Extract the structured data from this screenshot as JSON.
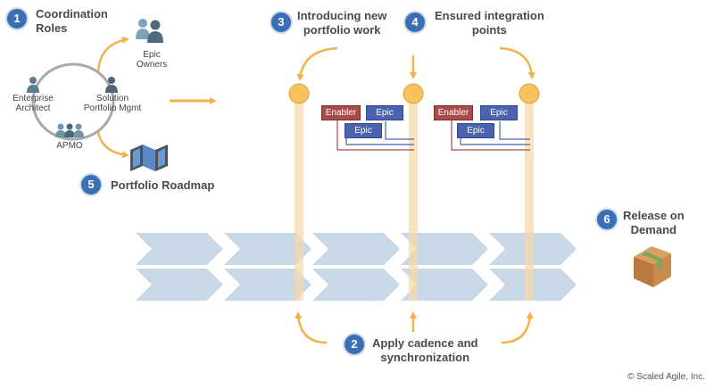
{
  "steps": {
    "s1": {
      "num": "1",
      "title_line1": "Coordination",
      "title_line2": "Roles"
    },
    "s2": {
      "num": "2",
      "title_line1": "Apply cadence and",
      "title_line2": "synchronization"
    },
    "s3": {
      "num": "3",
      "title_line1": "Introducing new",
      "title_line2": "portfolio work"
    },
    "s4": {
      "num": "4",
      "title_line1": "Ensured integration",
      "title_line2": "points"
    },
    "s5": {
      "num": "5",
      "title": "Portfolio Roadmap"
    },
    "s6": {
      "num": "6",
      "title_line1": "Release on",
      "title_line2": "Demand"
    }
  },
  "roles": {
    "epic_owners_line1": "Epic",
    "epic_owners_line2": "Owners",
    "enterprise_architect_line1": "Enterprise",
    "enterprise_architect_line2": "Architect",
    "solution_pm_line1": "Solution",
    "solution_pm_line2": "Portfolio Mgmt",
    "apmo": "APMO"
  },
  "backlog_group_a": {
    "enabler": "Enabler",
    "epic_top": "Epic",
    "epic_bottom": "Epic"
  },
  "backlog_group_b": {
    "enabler": "Enabler",
    "epic_top": "Epic",
    "epic_bottom": "Epic"
  },
  "copyright": "© Scaled Agile, Inc.",
  "colors": {
    "step_circle": "#3a6fb5",
    "arrow": "#f0b44c",
    "milestone": "#f6c35c",
    "chevron": "#c9d8e6",
    "enabler": "#a94b4b",
    "epic": "#4a62b0"
  }
}
